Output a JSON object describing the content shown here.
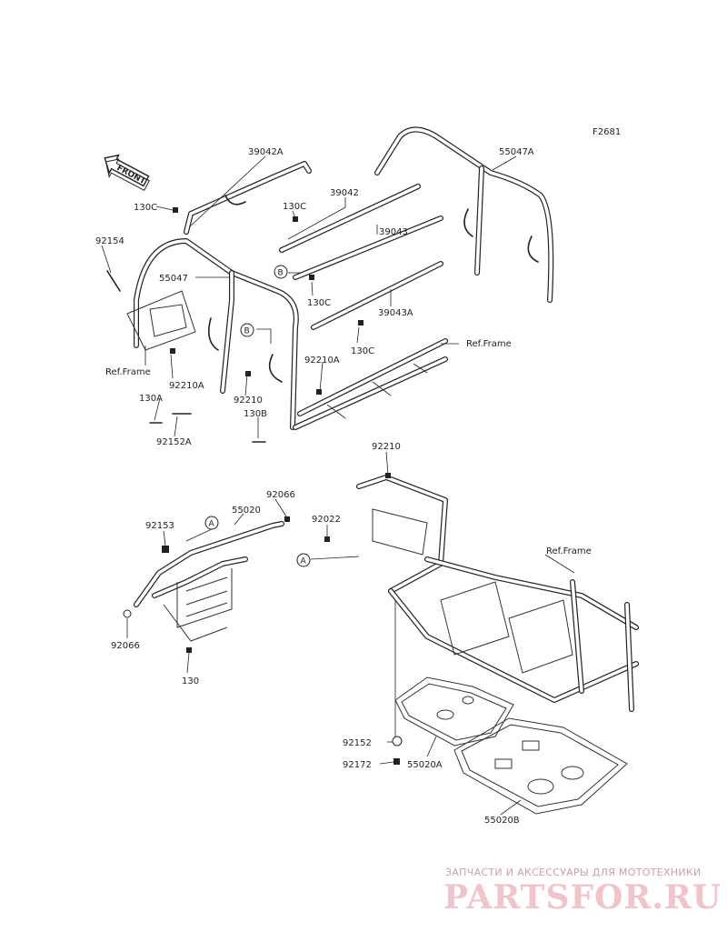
{
  "figure_code": "F2681",
  "front_badge": "FRONT",
  "labels": {
    "p39042A": "39042A",
    "p55047A": "55047A",
    "p130C_1": "130C",
    "p130C_2": "130C",
    "p39042": "39042",
    "p92154": "92154",
    "p55047": "55047",
    "p39043": "39043",
    "pB_1": "B",
    "pB_2": "B",
    "p130C_3": "130C",
    "p39043A": "39043A",
    "p130C_4": "130C",
    "refFrame_1": "Ref.Frame",
    "refFrame_2": "Ref.Frame",
    "refFrame_3": "Ref.Frame",
    "p92210A_1": "92210A",
    "p92210A_2": "92210A",
    "p130A": "130A",
    "p92210_1": "92210",
    "p130B": "130B",
    "p92152A": "92152A",
    "p92210_2": "92210",
    "p92066_1": "92066",
    "p55020": "55020",
    "p92153": "92153",
    "pA_1": "A",
    "pA_2": "A",
    "p92022": "92022",
    "p92066_2": "92066",
    "p130": "130",
    "p92152": "92152",
    "p92172": "92172",
    "p55020A": "55020A",
    "p55020B": "55020B"
  },
  "watermark": {
    "tagline": "ЗАПЧАСТИ И АКСЕССУАРЫ ДЛЯ МОТОТЕХНИКИ",
    "logo": "PARTSFOR.RU"
  },
  "colors": {
    "line": "#222222",
    "watermark_text": "#c9a0a6",
    "watermark_logo": "#f0c4cb"
  }
}
